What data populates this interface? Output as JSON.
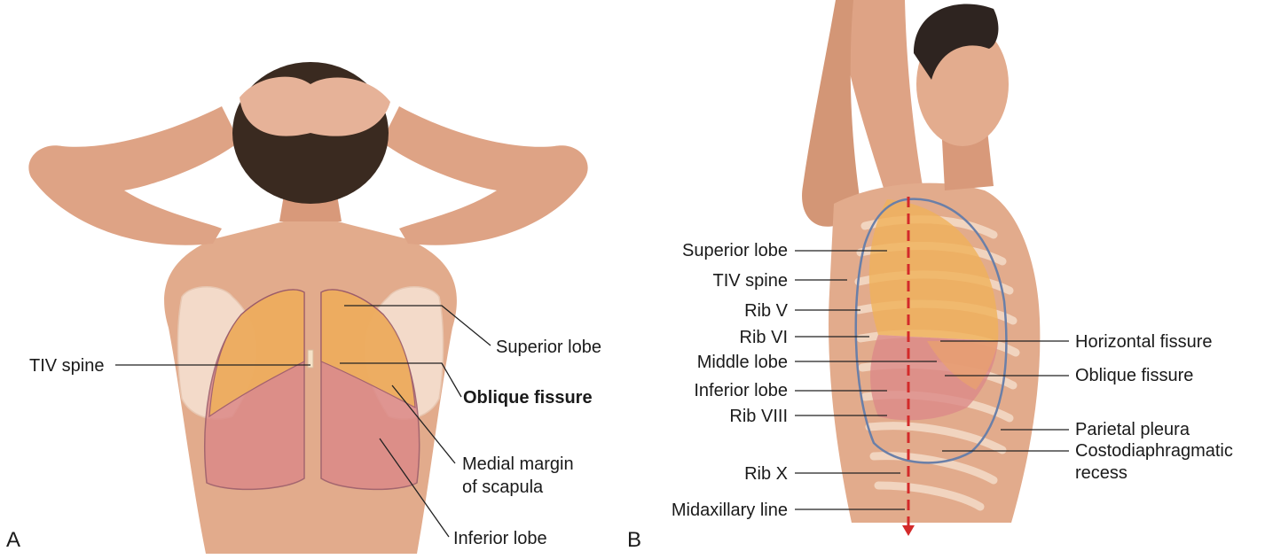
{
  "panels": [
    {
      "letter": "A",
      "labels": {
        "superior_lobe": "Superior lobe",
        "tiv_spine": "TIV spine",
        "oblique_fissure": "Oblique fissure",
        "medial_margin_line1": "Medial margin",
        "medial_margin_line2": "of scapula",
        "inferior_lobe": "Inferior lobe"
      }
    },
    {
      "letter": "B",
      "labels": {
        "superior_lobe": "Superior lobe",
        "tiv_spine": "TIV spine",
        "rib_v": "Rib V",
        "rib_vi": "Rib VI",
        "middle_lobe": "Middle lobe",
        "inferior_lobe": "Inferior lobe",
        "rib_viii": "Rib VIII",
        "rib_x": "Rib X",
        "midaxillary_line": "Midaxillary line",
        "horizontal_fissure": "Horizontal fissure",
        "oblique_fissure": "Oblique fissure",
        "parietal_pleura": "Parietal pleura",
        "costodiaphragmatic_line1": "Costodiaphragmatic",
        "costodiaphragmatic_line2": "recess"
      }
    }
  ],
  "colors": {
    "skin": "#e2ab8c",
    "skin_shadow": "#c98c6c",
    "hair": "#3a2a20",
    "superior_lobe": "#f0b25a",
    "inferior_lobe": "#dc8a88",
    "lobe_outline": "#9a5a6a",
    "scapula": "#fbeee4",
    "pleura_line": "#6a7fa8",
    "midaxillary_arrow": "#d32a2a"
  }
}
